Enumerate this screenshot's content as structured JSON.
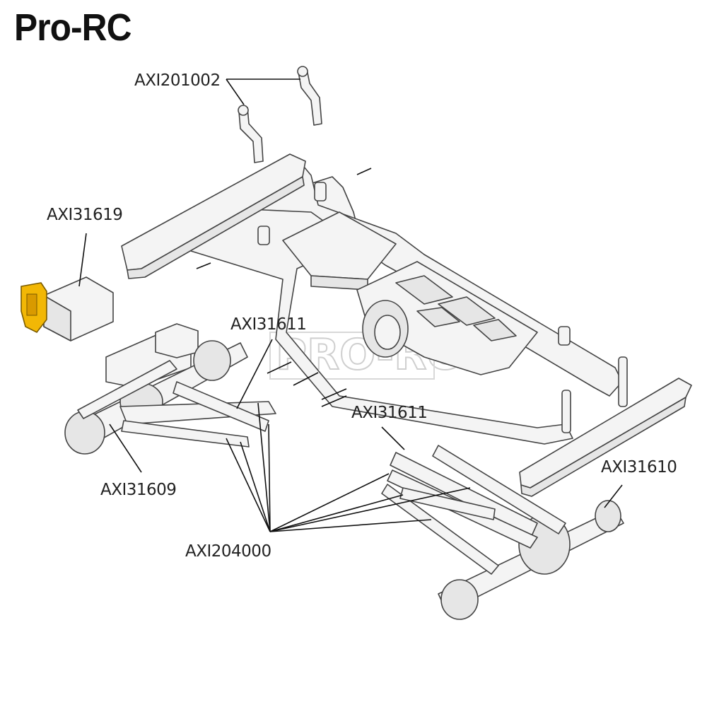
{
  "brand": "Pro-RC",
  "watermark": "PRO-RC",
  "colors": {
    "highlight": "#f2b705",
    "line": "#111111",
    "part_fill": "#f4f4f4"
  },
  "labels": {
    "body_mounts": "AXI201002",
    "servo": "AXI31619",
    "link_front": "AXI31611",
    "link_rear": "AXI31611",
    "front_axle": "AXI31609",
    "rear_axle": "AXI31610",
    "rod_ends": "AXI204000"
  }
}
